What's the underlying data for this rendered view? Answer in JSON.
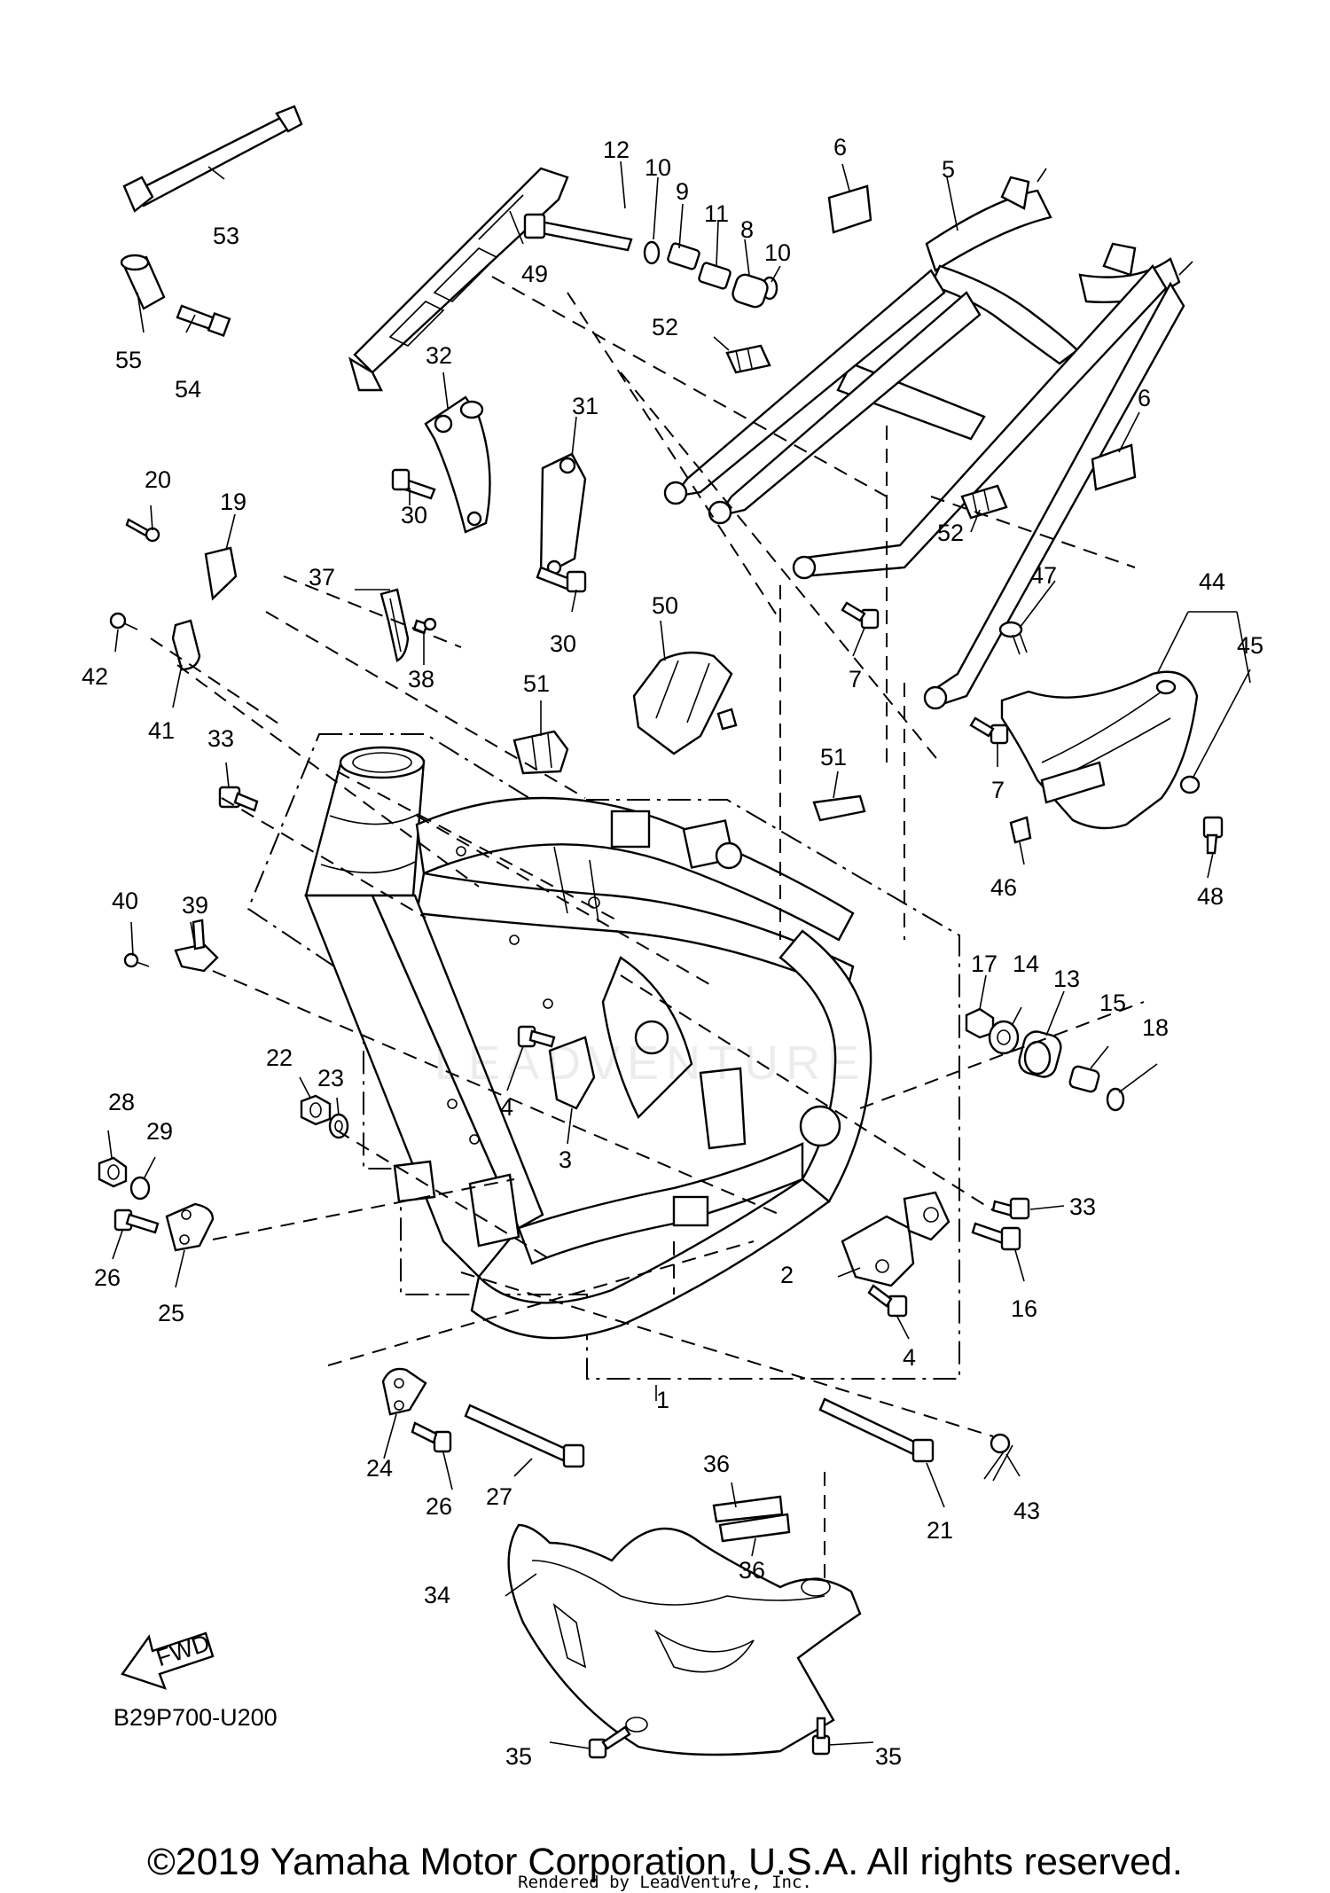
{
  "diagram_code": "B29P700-U200",
  "fwd_label": "FWD",
  "copyright": "©2019 Yamaha Motor Corporation, U.S.A. All rights reserved.",
  "rendered_by": "Rendered by LeadVenture, Inc.",
  "watermark": "LEADVENTURE",
  "callouts": {
    "c1": "1",
    "c2": "2",
    "c3": "3",
    "c4a": "4",
    "c4b": "4",
    "c5": "5",
    "c6a": "6",
    "c6b": "6",
    "c7a": "7",
    "c7b": "7",
    "c8": "8",
    "c9": "9",
    "c10a": "10",
    "c10b": "10",
    "c11": "11",
    "c12": "12",
    "c13": "13",
    "c14": "14",
    "c15": "15",
    "c16": "16",
    "c17": "17",
    "c18": "18",
    "c19": "19",
    "c20": "20",
    "c21": "21",
    "c22": "22",
    "c23": "23",
    "c24": "24",
    "c25": "25",
    "c26a": "26",
    "c26b": "26",
    "c27": "27",
    "c28": "28",
    "c29": "29",
    "c30a": "30",
    "c30b": "30",
    "c31": "31",
    "c32": "32",
    "c33a": "33",
    "c33b": "33",
    "c34": "34",
    "c35a": "35",
    "c35b": "35",
    "c36a": "36",
    "c36b": "36",
    "c37": "37",
    "c38": "38",
    "c39": "39",
    "c40": "40",
    "c41": "41",
    "c42": "42",
    "c43": "43",
    "c44": "44",
    "c45": "45",
    "c46": "46",
    "c47": "47",
    "c48": "48",
    "c49": "49",
    "c50": "50",
    "c51a": "51",
    "c51b": "51",
    "c52a": "52",
    "c52b": "52",
    "c53": "53",
    "c54": "54",
    "c55": "55"
  }
}
